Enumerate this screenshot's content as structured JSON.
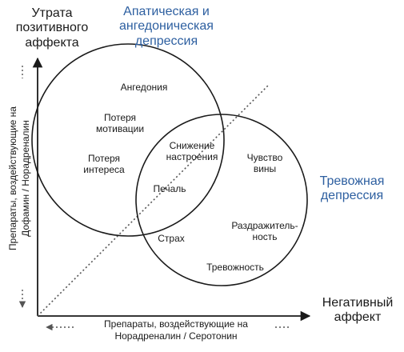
{
  "axes": {
    "y_title": [
      "Утрата",
      "позитивного",
      "аффекта"
    ],
    "x_title": [
      "Негативный",
      "аффект"
    ],
    "y_caption": [
      "Препараты, воздействующие на",
      "Дофамин / Норадреналин"
    ],
    "x_caption": [
      "Препараты, воздействующие на",
      "Норадреналин / Серотонин"
    ]
  },
  "groups": {
    "apathetic": [
      "Апатическая и",
      "ангедоническая",
      "депрессия"
    ],
    "anxious": [
      "Тревожная",
      "депрессия"
    ]
  },
  "symptoms": {
    "anhedonia": [
      "Ангедония"
    ],
    "motivation_loss": [
      "Потеря",
      "мотивации"
    ],
    "interest_loss": [
      "Потеря",
      "интереса"
    ],
    "low_mood": [
      "Снижение",
      "настроения"
    ],
    "sadness": [
      "Печаль"
    ],
    "guilt": [
      "Чувство",
      "вины"
    ],
    "irritability": [
      "Раздражитель-",
      "ность"
    ],
    "fear": [
      "Страх"
    ],
    "anxiety": [
      "Тревожность"
    ]
  },
  "colors": {
    "group_title": "#2d5fa0",
    "line": "#1a1a1a",
    "dashed": "#555555"
  }
}
